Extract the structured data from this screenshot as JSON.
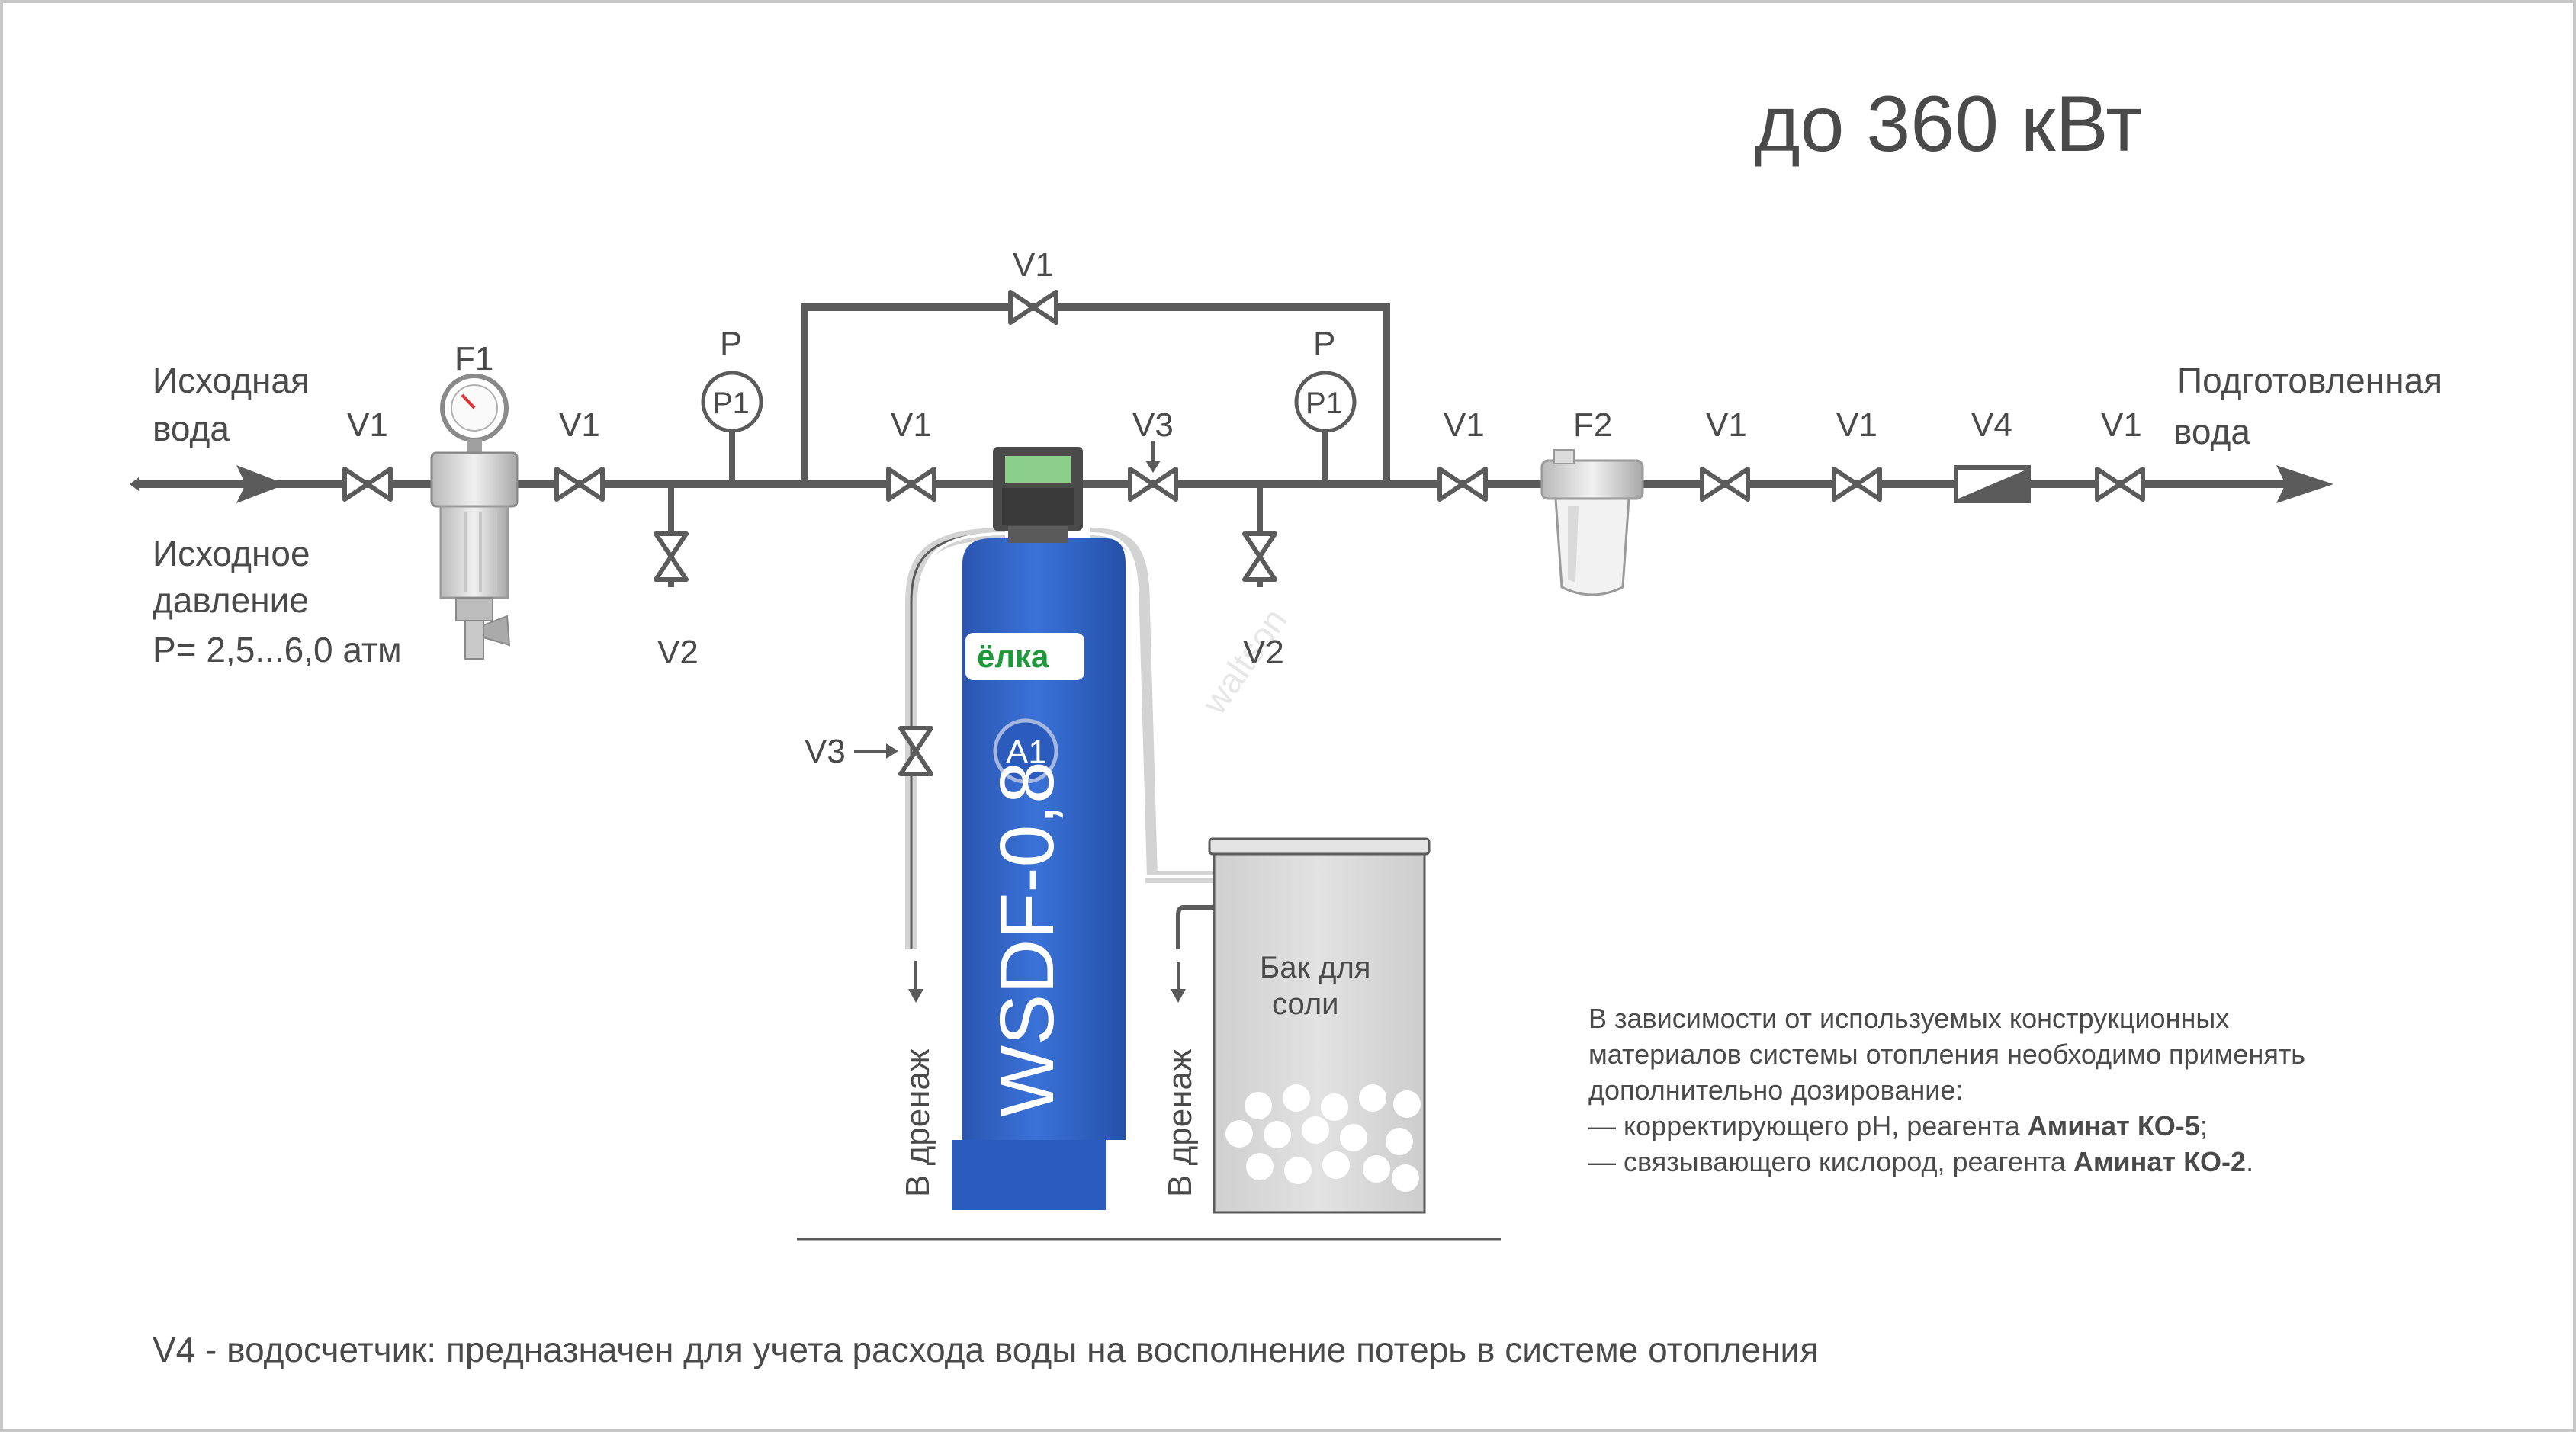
{
  "title": "до 360 кВт",
  "inlet": {
    "line1": "Исходная",
    "line2": "вода"
  },
  "pressure": {
    "line1": "Исходное",
    "line2": "давление",
    "line3": "P= 2,5...6,0 атм"
  },
  "outlet": {
    "line1": "Подготовленная",
    "line2": "вода"
  },
  "labels": {
    "v1": "V1",
    "v2": "V2",
    "v3": "V3",
    "v4": "V4",
    "f1": "F1",
    "f2": "F2",
    "p": "P",
    "p1": "P1",
    "a1": "A1"
  },
  "filter": {
    "brand": "ёлка",
    "model": "WSDF-0,8"
  },
  "drain_label": "В дренаж",
  "salt_tank": {
    "line1": "Бак для",
    "line2": "соли"
  },
  "note": {
    "line1": "В зависимости от используемых конструкционных",
    "line2": "материалов системы отопления необходимо применять",
    "line3": "дополнительно дозирование:",
    "line4_text": "— корректирующего pH, реагента ",
    "line4_bold": "Аминат КО-5",
    "line4_end": ";",
    "line5_text": "— связывающего кислород, реагента ",
    "line5_bold": "Аминат КО-2",
    "line5_end": "."
  },
  "footnote": "V4 - водосчетчик: предназначен для учета расхода воды на восполнение потерь в системе отопления",
  "watermark": "waltson",
  "colors": {
    "pipe": "#5b5b5b",
    "filter_body": "#2f63c6",
    "filter_base": "#2a5bbd",
    "tank_fill": "#d9d9d9",
    "brand_green": "#1f9a3a",
    "text": "#4a4a4a"
  }
}
